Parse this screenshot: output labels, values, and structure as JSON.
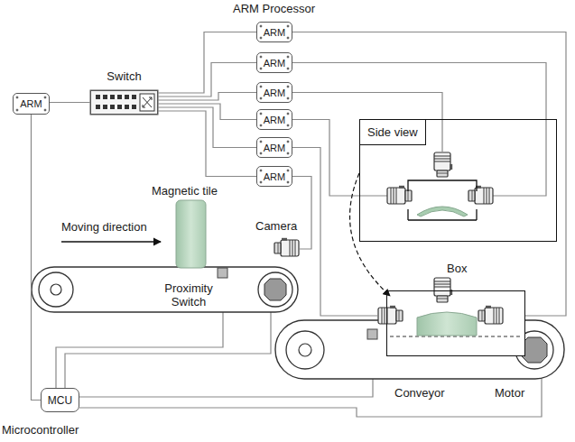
{
  "diagram": {
    "nodes": [
      {
        "text": [
          "ARM"
        ]
      },
      {
        "text": [
          "ARM"
        ]
      },
      {
        "text": [
          "ARM"
        ]
      },
      {
        "text": [
          "ARM"
        ]
      },
      {
        "text": [
          "ARM"
        ]
      },
      {
        "text": [
          "ARM"
        ]
      },
      {
        "text": [
          "ARM"
        ]
      },
      {
        "text": [
          "Switch"
        ]
      },
      {
        "text": [
          "MCU"
        ]
      },
      {
        "text": [
          "Side view"
        ]
      },
      {
        "text": [
          "Box"
        ]
      }
    ],
    "edges": [
      {
        "from": 0,
        "to": 7,
        "arrow": "none"
      },
      {
        "from": 7,
        "to": 1,
        "arrow": "none"
      },
      {
        "from": 7,
        "to": 2,
        "arrow": "none"
      },
      {
        "from": 7,
        "to": 3,
        "arrow": "none"
      },
      {
        "from": 7,
        "to": 4,
        "arrow": "none"
      },
      {
        "from": 7,
        "to": 5,
        "arrow": "none"
      },
      {
        "from": 7,
        "to": 6,
        "arrow": "none"
      },
      {
        "from": 0,
        "to": 8,
        "arrow": "none"
      }
    ],
    "labels": [
      "ARM Processor",
      "Magnetic tile",
      "Moving direction",
      "Camera",
      "Proximity Switch",
      "Conveyor",
      "Motor",
      "Microcontroller"
    ]
  }
}
